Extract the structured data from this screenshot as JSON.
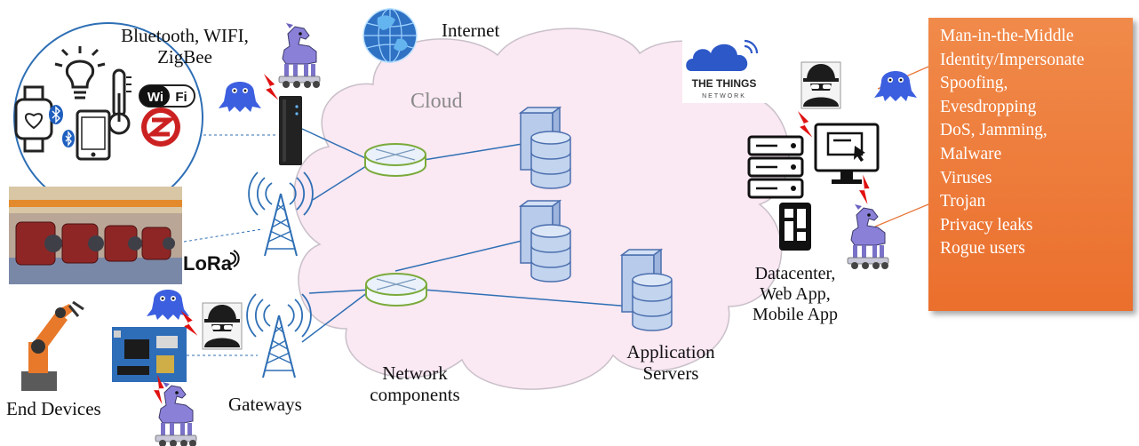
{
  "labels": {
    "internet": "Internet",
    "connectivity": [
      "Bluetooth, WIFI,",
      "ZigBee"
    ],
    "cloud": "Cloud",
    "end_devices": "End Devices",
    "gateways": "Gateways",
    "network_components": [
      "Network",
      "components"
    ],
    "application_servers": [
      "Application",
      "Servers"
    ],
    "datacenter": [
      "Datacenter,",
      "Web App,",
      "Mobile App"
    ],
    "lora": "LoRa",
    "wifi": "Wi Fi",
    "ttn_line1": "THE THINGS",
    "ttn_line2": "NETWORK"
  },
  "threats": [
    "Man-in-the-Middle",
    "Identity/Impersonate",
    "Spoofing,",
    "Evesdropping",
    "DoS, Jamming,",
    "Malware",
    "Viruses",
    "Trojan",
    "Privacy leaks",
    "Rogue users"
  ],
  "colors": {
    "cloud_fill": "#fae8f2",
    "cloud_stroke": "#c9c0c9",
    "link_line": "#2e6fb5",
    "router_ring": "#7aaa3a",
    "server_fill": "#b8cbea",
    "server_stroke": "#4b6fae",
    "threat_box": "#eb7a36",
    "threat_text": "#ffffff",
    "attacker_blue": "#3c5fe0",
    "lightning": "#e01010",
    "ttn_cloud": "#2d58c8"
  },
  "icons": [
    "globe-icon",
    "smartwatch-icon",
    "bulb-icon",
    "thermometer-icon",
    "smartphone-icon",
    "bluetooth-icon",
    "zigbee-icon",
    "wifi-icon",
    "router-icon",
    "antenna-icon",
    "robot-arm-icon",
    "circuit-board-icon",
    "hacker-icon",
    "bug-icon",
    "trojan-horse-icon",
    "lightning-icon",
    "server-rack-icon",
    "monitor-icon",
    "tablet-icon",
    "database-server-icon",
    "network-switch-icon",
    "ttn-cloud-icon"
  ]
}
